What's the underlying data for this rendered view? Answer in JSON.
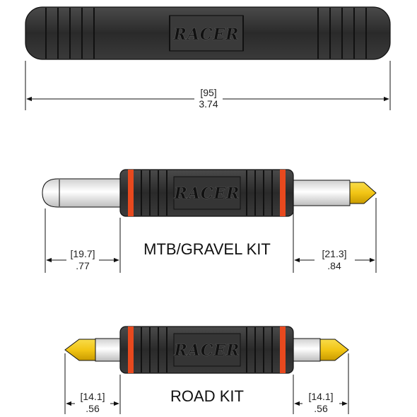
{
  "brand": "RACER",
  "colors": {
    "body": "#2e2e2e",
    "ring": "#e8491e",
    "tip": "#f2c515",
    "metal": "#e9e9e9"
  },
  "tool": {
    "dimension_mm": "[95]",
    "dimension_in": "3.74"
  },
  "mtb_kit": {
    "label": "MTB/GRAVEL KIT",
    "left_mm": "[19.7]",
    "left_in": ".77",
    "right_mm": "[21.3]",
    "right_in": ".84"
  },
  "road_kit": {
    "label": "ROAD KIT",
    "left_mm": "[14.1]",
    "left_in": ".56",
    "right_mm": "[14.1]",
    "right_in": ".56"
  }
}
